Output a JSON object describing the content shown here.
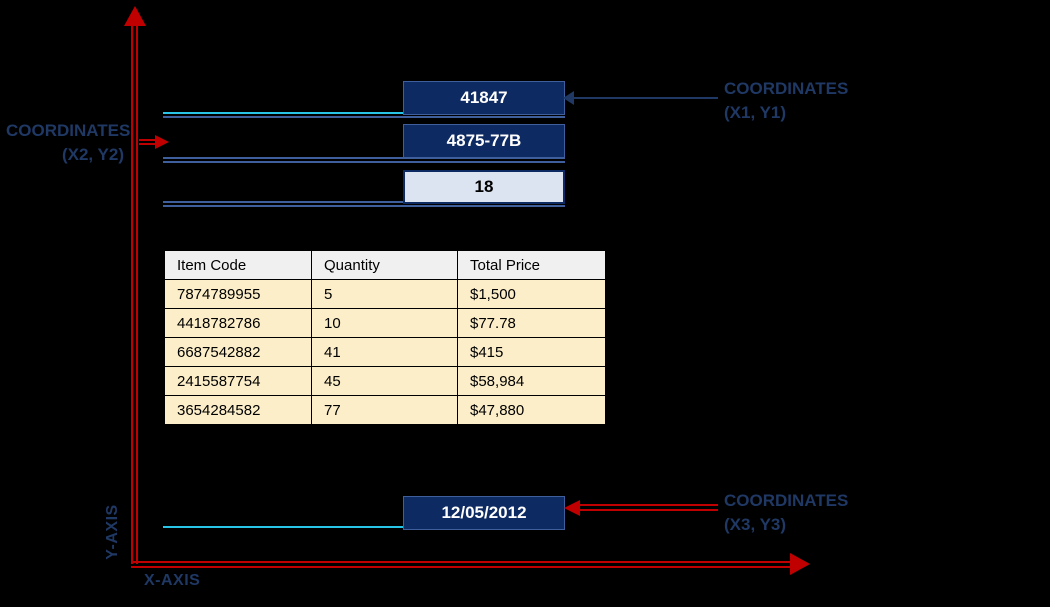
{
  "colors": {
    "accent_red": "#C00000",
    "label_navy": "#1F3864",
    "navy_fill": "#0E2A63",
    "light_fill": "#DCE3F1",
    "cyan_line": "#29C5E8",
    "slate_line": "#3E5F9B",
    "table_header_bg": "#F0F0F0",
    "table_row_bg": "#FCEEC8"
  },
  "axes": {
    "x_label": "X-AXIS",
    "y_label": "Y-AXIS"
  },
  "annotations": {
    "c1": {
      "line1": "COORDINATES",
      "line2": "(X1, Y1)"
    },
    "c2": {
      "line1": "COORDINATES",
      "line2": "(X2, Y2)"
    },
    "c3": {
      "line1": "COORDINATES",
      "line2": "(X3, Y3)"
    }
  },
  "fields": {
    "field1": {
      "value": "41847"
    },
    "field2": {
      "value": "4875-77B"
    },
    "field3": {
      "value": "18"
    },
    "date_field": {
      "value": "12/05/2012"
    }
  },
  "table": {
    "headers": [
      "Item Code",
      "Quantity",
      "Total Price"
    ],
    "rows": [
      [
        "7874789955",
        "5",
        "$1,500"
      ],
      [
        "4418782786",
        "10",
        "$77.78"
      ],
      [
        "6687542882",
        "41",
        "$415"
      ],
      [
        "2415587754",
        "45",
        "$58,984"
      ],
      [
        "3654284582",
        "77",
        "$47,880"
      ]
    ]
  }
}
